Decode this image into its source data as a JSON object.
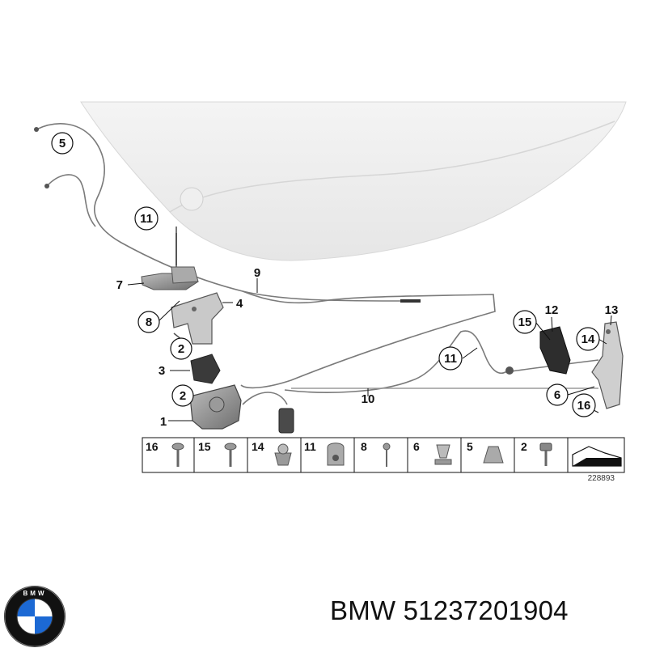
{
  "diagram": {
    "callouts": [
      "5",
      "11",
      "7",
      "9",
      "4",
      "8",
      "2",
      "3",
      "2",
      "1",
      "12",
      "13",
      "15",
      "14",
      "11",
      "10",
      "6",
      "16"
    ],
    "parts_strip": [
      "16",
      "15",
      "14",
      "11",
      "8",
      "6",
      "5",
      "2"
    ],
    "reference_number": "228893"
  },
  "caption": {
    "brand": "BMW",
    "part_number": "51237201904"
  },
  "logo": {
    "text": "BMW",
    "colors": {
      "blue": "#1c69d4",
      "black": "#111111",
      "white": "#ffffff"
    }
  }
}
